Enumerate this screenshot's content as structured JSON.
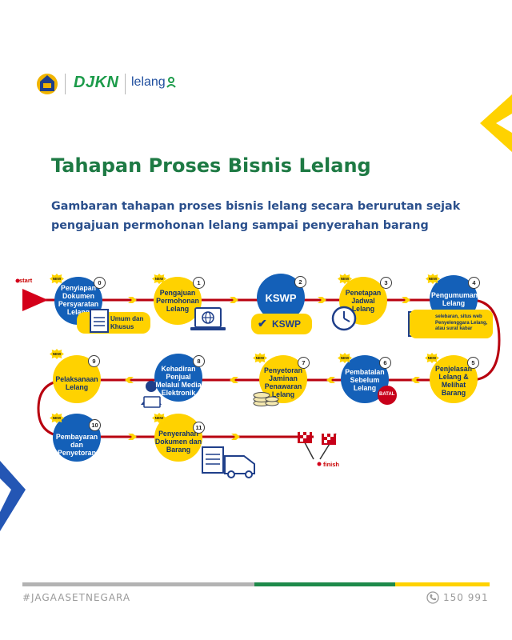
{
  "brand": {
    "djkn": "DJKN",
    "lelang": "lelang"
  },
  "page": {
    "title": "Tahapan Proses Bisnis Lelang",
    "subtitle": "Gambaran tahapan proses bisnis lelang secara berurutan sejak pengajuan permohonan lelang sampai penyerahan barang"
  },
  "flow": {
    "start": "start",
    "finish": "finish",
    "new_badge": "NEW",
    "steps": [
      {
        "num": "0",
        "label": "Penyiapan Dokumen Persyaratan Lelang"
      },
      {
        "num": "1",
        "label": "Pengajuan Permohonan Lelang"
      },
      {
        "num": "2",
        "label": "KSWP"
      },
      {
        "num": "3",
        "label": "Penetapan Jadwal Lelang"
      },
      {
        "num": "4",
        "label": "Pengumuman Lelang"
      },
      {
        "num": "5",
        "label": "Penjelasan Lelang & Melihat Barang"
      },
      {
        "num": "6",
        "label": "Pembatalan Sebelum Lelang"
      },
      {
        "num": "7",
        "label": "Penyetoran Jaminan Penawaran Lelang"
      },
      {
        "num": "8",
        "label": "Kehadiran Penjual Melalui Media Elektronik"
      },
      {
        "num": "9",
        "label": "Pelaksanaan Lelang"
      },
      {
        "num": "10",
        "label": "Pembayaran dan Penyetoran"
      },
      {
        "num": "11",
        "label": "Penyerahan Dokumen dan Barang"
      }
    ],
    "umum_khusus": "Umum dan Khusus",
    "kswp_logo": "KSWP",
    "pengumuman_note": "selebaran, situs web Penyelenggara Lelang, atau surat kabar",
    "batal": "BATAL"
  },
  "footer": {
    "hashtag": "#JAGAASETNEGARA",
    "phone": "150 991"
  },
  "colors": {
    "green": "#1e7a44",
    "blue": "#2a4f8c",
    "yellow": "#ffd200",
    "circle_blue": "#1460b8",
    "path_red": "#b8000f"
  }
}
